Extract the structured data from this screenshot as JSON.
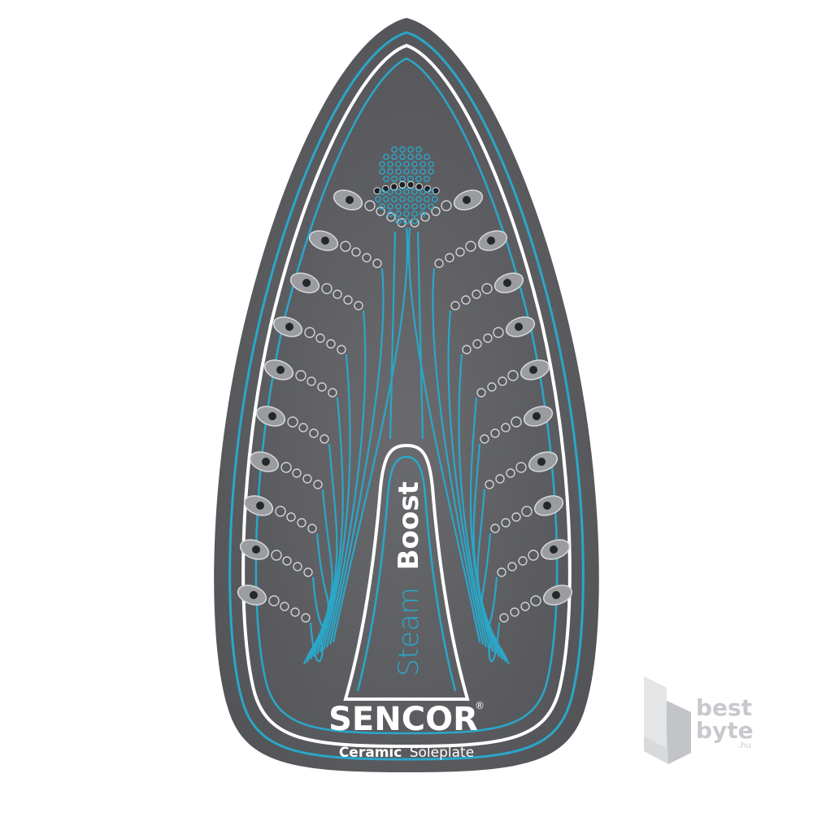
{
  "product": {
    "brand": "SENCOR",
    "brand_mark": "®",
    "feature_light": "Steam",
    "feature_bold": "Boost",
    "material_bold": "Ceramic",
    "material_light": "Soleplate"
  },
  "watermark": {
    "line1": "best",
    "line2": "byte",
    "domain": ".hu"
  },
  "colors": {
    "plate": "#5b5c60",
    "accent": "#2aa7c9",
    "outline": "#ffffff",
    "text": "#ffffff",
    "watermark": "#c9cacc"
  },
  "icons": [
    "steam-vent-icon",
    "bestbyte-logo-icon"
  ]
}
